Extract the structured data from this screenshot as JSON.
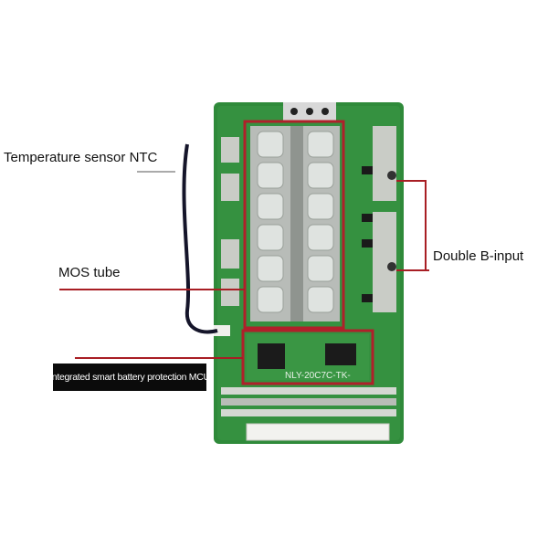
{
  "labels": {
    "temperature_sensor": "Temperature sensor NTC",
    "mos_tube": "MOS tube",
    "double_b_input": "Double B-input",
    "protection_mcu": "Integrated smart battery protection MCU"
  },
  "board_text": {
    "model": "NLY-20C7C-TK-"
  },
  "colors": {
    "pcb": "#2f8a3a",
    "highlight": "#b0202a",
    "callout": "#a81e24"
  }
}
